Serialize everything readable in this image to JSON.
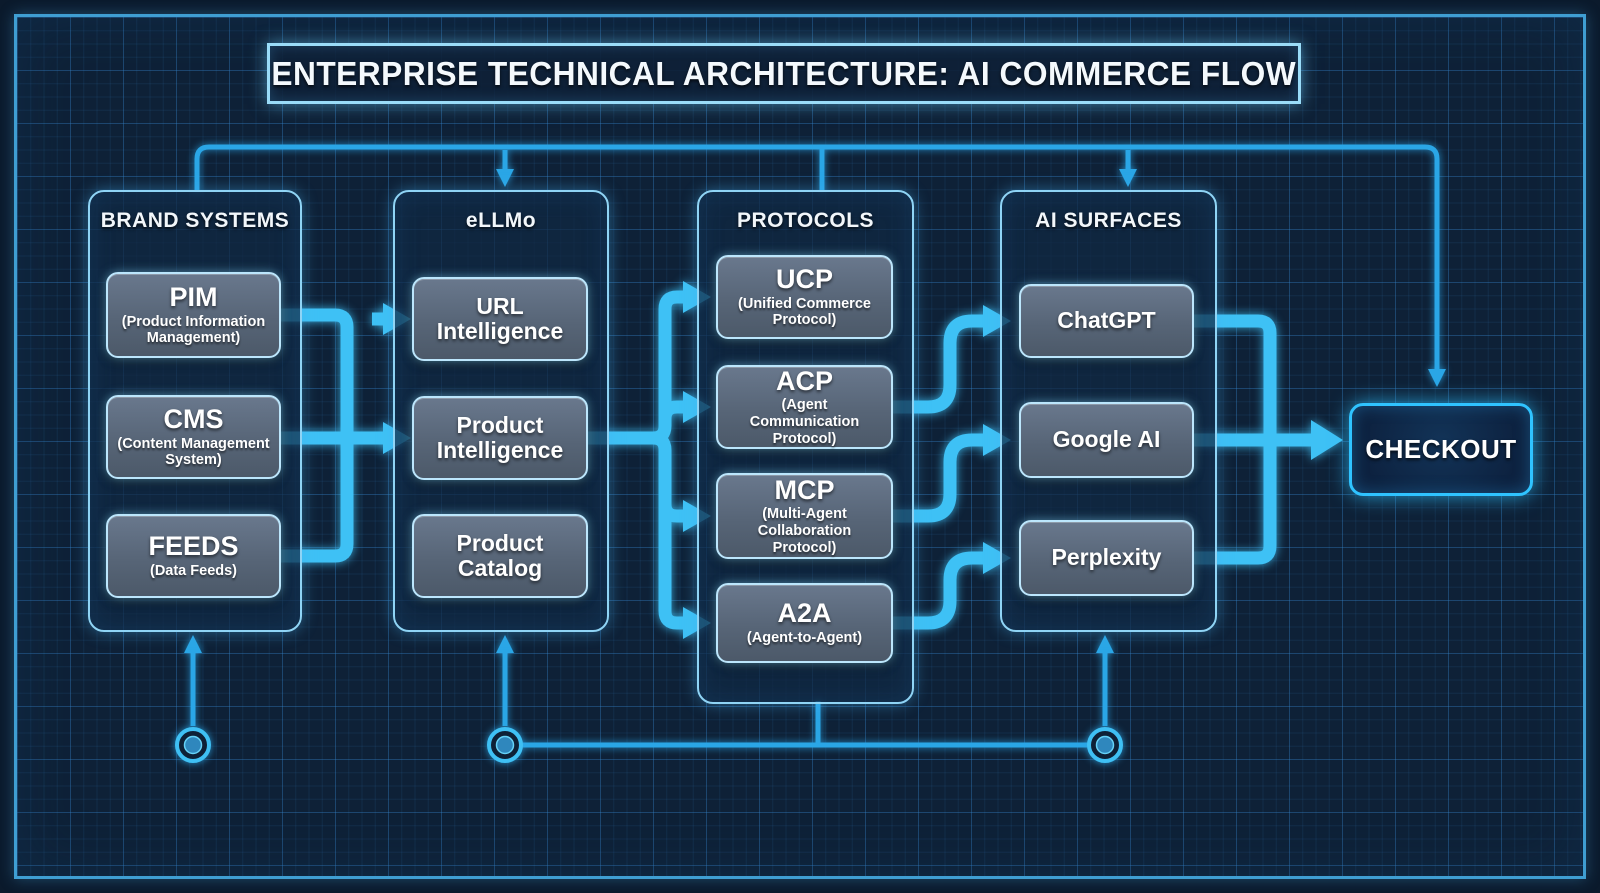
{
  "title": "ENTERPRISE TECHNICAL ARCHITECTURE: AI COMMERCE FLOW",
  "colors": {
    "background": "#0e2137",
    "frame_border": "#3f9ed2",
    "box_border": "#8fd4f5",
    "node_fill": "#576577",
    "arrow": "#3ec1f5",
    "checkout_border": "#2fc3ff",
    "text": "#ffffff"
  },
  "columns": [
    {
      "label": "BRAND SYSTEMS",
      "items": [
        {
          "title": "PIM",
          "subtitle": "(Product Information Management)"
        },
        {
          "title": "CMS",
          "subtitle": "(Content Management System)"
        },
        {
          "title": "FEEDS",
          "subtitle": "(Data Feeds)"
        }
      ]
    },
    {
      "label": "eLLMo",
      "items": [
        {
          "title": "URL Intelligence"
        },
        {
          "title": "Product Intelligence"
        },
        {
          "title": "Product Catalog"
        }
      ]
    },
    {
      "label": "PROTOCOLS",
      "items": [
        {
          "title": "UCP",
          "subtitle": "(Unified Commerce Protocol)"
        },
        {
          "title": "ACP",
          "subtitle": "(Agent Communication Protocol)"
        },
        {
          "title": "MCP",
          "subtitle": "(Multi-Agent Collaboration Protocol)"
        },
        {
          "title": "A2A",
          "subtitle": "(Agent-to-Agent)"
        }
      ]
    },
    {
      "label": "AI SURFACES",
      "items": [
        {
          "title": "ChatGPT"
        },
        {
          "title": "Google AI"
        },
        {
          "title": "Perplexity"
        }
      ]
    }
  ],
  "checkout": {
    "label": "CHECKOUT"
  }
}
